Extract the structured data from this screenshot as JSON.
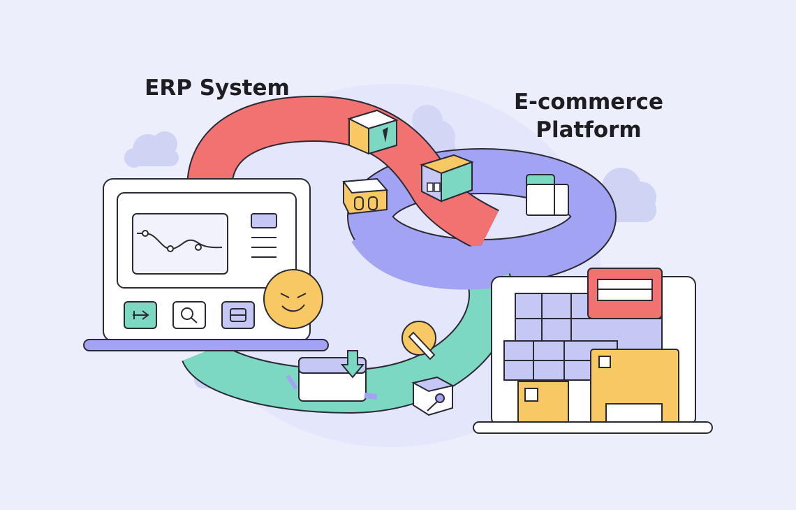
{
  "labels": {
    "erp": "ERP System",
    "ecommerce_line1": "E-commerce",
    "ecommerce_line2": "Platform"
  },
  "colors": {
    "background": "#eceefb",
    "loop_red": "#f27272",
    "loop_purple": "#a3a3f3",
    "loop_green": "#7cd8c0",
    "accent_yellow": "#f7c863",
    "accent_lavender": "#c5c8f4",
    "cloud": "#cfd3f4",
    "outline": "#2a2a35"
  },
  "icons": {
    "erp_buttons": [
      "arrow-icon",
      "search-icon",
      "window-icon"
    ],
    "floating": [
      "box-icon",
      "cube-icon",
      "document-icon",
      "magnifier-icon",
      "download-icon",
      "pencil-icon",
      "face-icon"
    ]
  }
}
